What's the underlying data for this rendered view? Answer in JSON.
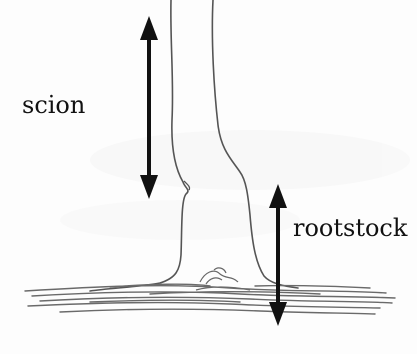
{
  "labels": {
    "scion": "scion",
    "rootstock": "rootstock"
  },
  "colors": {
    "ink": "#111111",
    "pencil": "#555555",
    "ground": "#6a6a6a",
    "background": "#ffffff"
  },
  "icons": {
    "scion_arrow": "double-headed-vertical-arrow",
    "rootstock_arrow": "double-headed-vertical-arrow"
  }
}
